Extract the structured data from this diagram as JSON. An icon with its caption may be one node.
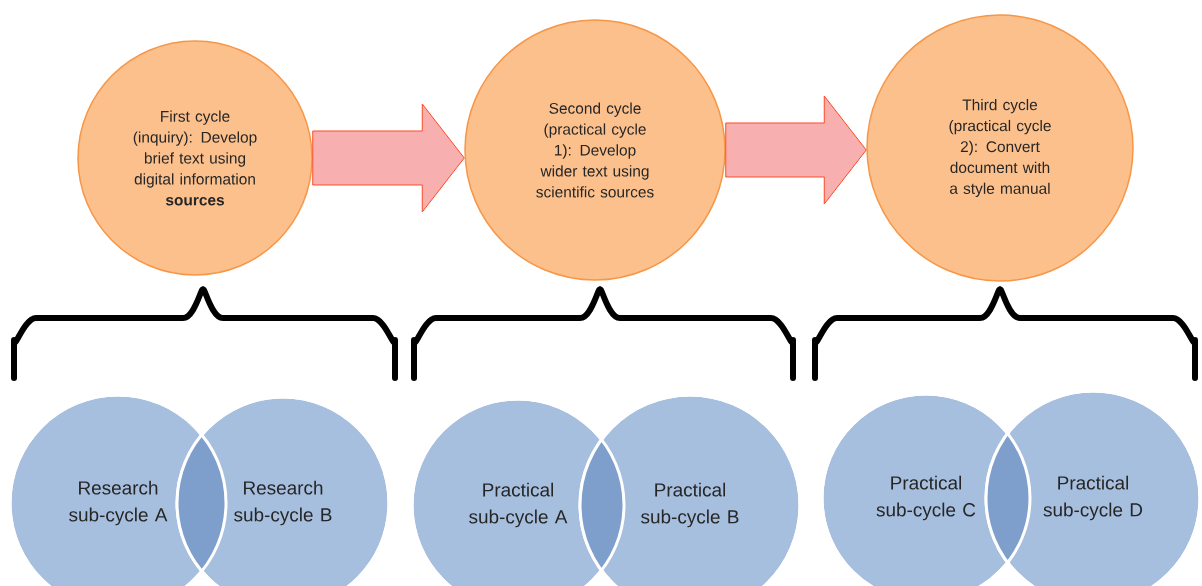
{
  "diagram": {
    "nodes": [
      {
        "text": [
          "First cycle (inquiry): Develop brief text using digital information **sources**"
        ]
      },
      {
        "text": [
          "Second cycle (practical cycle 1): Develop wider text using scientific sources"
        ]
      },
      {
        "text": [
          "Third cycle (practical cycle 2): Convert document with a style manual"
        ]
      },
      {
        "text": [
          "Research sub-cycle A"
        ]
      },
      {
        "text": [
          "Research sub-cycle B"
        ]
      },
      {
        "text": [
          "Practical sub-cycle A"
        ]
      },
      {
        "text": [
          "Practical sub-cycle B"
        ]
      },
      {
        "text": [
          "Practical sub-cycle C"
        ]
      },
      {
        "text": [
          "Practical sub-cycle D"
        ]
      }
    ],
    "edges": [
      {
        "from": 0,
        "to": 1,
        "arrow": "to"
      },
      {
        "from": 1,
        "to": 2,
        "arrow": "to"
      }
    ]
  }
}
